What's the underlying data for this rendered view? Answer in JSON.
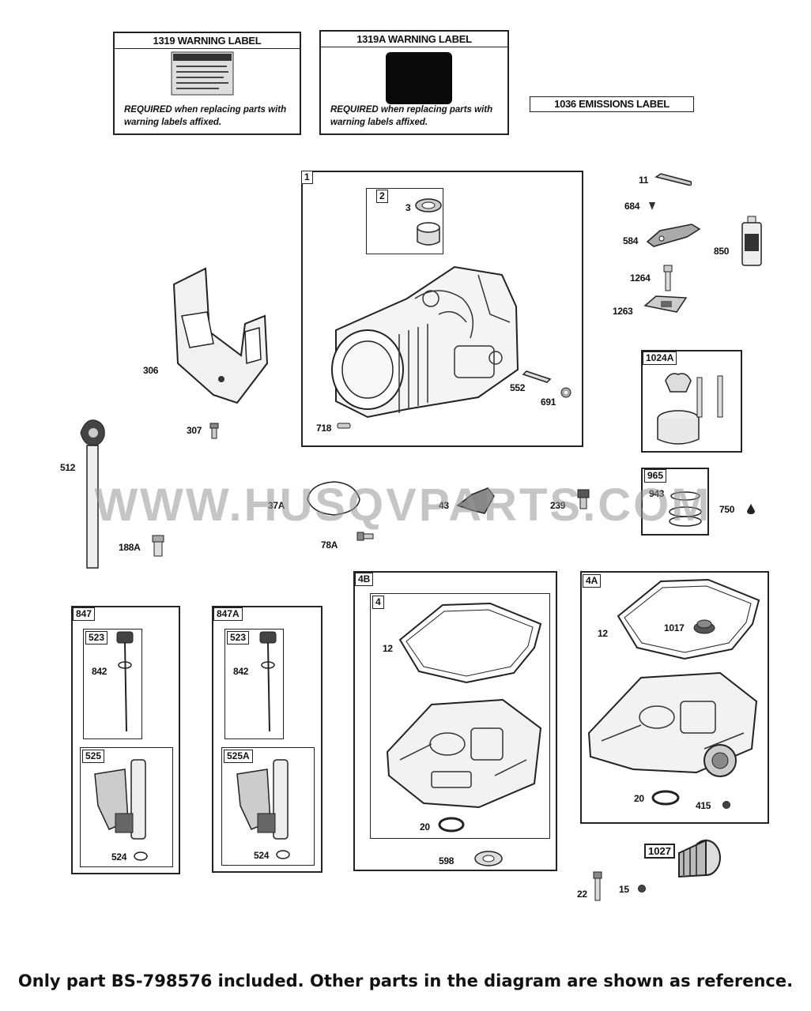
{
  "warning_labels": [
    {
      "title": "1319 WARNING LABEL",
      "note_bold": "REQUIRED",
      "note_rest": "when replacing parts with warning labels affixed."
    },
    {
      "title": "1319A WARNING LABEL",
      "note_bold": "REQUIRED",
      "note_rest": "when replacing parts with warning labels affixed."
    }
  ],
  "emissions_label": "1036 EMISSIONS LABEL",
  "group_tags": {
    "g1": "1",
    "g2": "2",
    "g1024a": "1024A",
    "g965": "965",
    "g847": "847",
    "g847a": "847A",
    "g523": "523",
    "g525": "525",
    "g523b": "523",
    "g525a": "525A",
    "g4b": "4B",
    "g4": "4",
    "g4a": "4A",
    "g1027": "1027"
  },
  "parts": {
    "p3": "3",
    "p11": "11",
    "p684": "684",
    "p584": "584",
    "p850": "850",
    "p1264": "1264",
    "p1263": "1263",
    "p306": "306",
    "p552": "552",
    "p691": "691",
    "p718": "718",
    "p307": "307",
    "p512": "512",
    "p37a": "37A",
    "p43": "43",
    "p239": "239",
    "p943": "943",
    "p750": "750",
    "p78a": "78A",
    "p188a": "188A",
    "p842": "842",
    "p524": "524",
    "p842b": "842",
    "p524b": "524",
    "p12": "12",
    "p20": "20",
    "p598": "598",
    "p12b": "12",
    "p1017": "1017",
    "p20b": "20",
    "p415": "415",
    "p22": "22",
    "p15": "15"
  },
  "watermark": "WWW.HUSQVPARTS.COM",
  "footer": "Only part BS-798576 included. Other parts in the diagram are shown as reference."
}
